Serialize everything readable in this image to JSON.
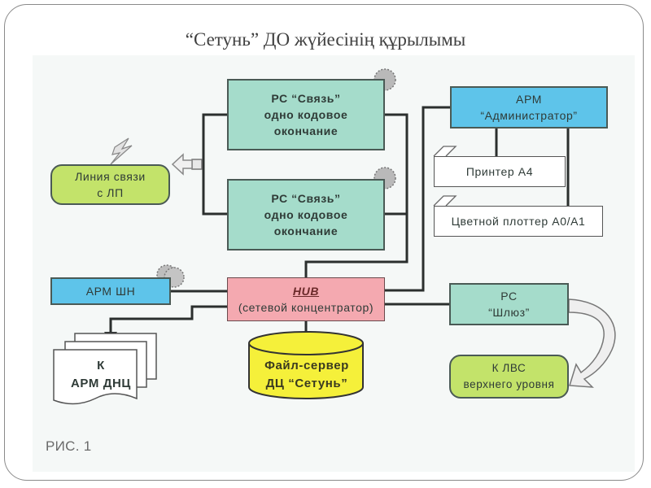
{
  "slide": {
    "title": "“Сетунь” ДО жүйесінің құрылымы",
    "caption": "РИС. 1"
  },
  "nodes": {
    "rs_svyaz_1": {
      "lines": [
        "РС “Связь”",
        "одно кодовое",
        "окончание"
      ]
    },
    "rs_svyaz_2": {
      "lines": [
        "РС “Связь”",
        "одно кодовое",
        "окончание"
      ]
    },
    "arm_admin": {
      "lines": [
        "АРМ",
        "“Администратор”"
      ]
    },
    "printer": {
      "label": "Принтер А4"
    },
    "plotter": {
      "label": "Цветной плоттер А0/А1"
    },
    "liniya_svyazi": {
      "lines": [
        "Линия связи",
        "с ЛП"
      ]
    },
    "arm_shn": {
      "label": "АРМ ШН"
    },
    "hub": {
      "name": "HUB",
      "subtitle": "(сетевой концентратор)"
    },
    "rs_shluz": {
      "lines": [
        "РС",
        "“Шлюз”"
      ]
    },
    "k_lvs": {
      "lines": [
        "К ЛВС",
        "верхнего уровня"
      ]
    },
    "k_arm_dnc": {
      "lines": [
        "К",
        "АРМ ДНЦ"
      ]
    },
    "file_server": {
      "lines": [
        "Файл-сервер",
        "ДЦ “Сетунь”"
      ]
    }
  },
  "colors": {
    "teal": "#a5dccb",
    "blue": "#5ec4ea",
    "pink": "#f4a9b0",
    "lime": "#c3e36a",
    "yellow": "#f5f03a",
    "wire": "#2b2f2e",
    "cloud": "#b9b9b9"
  }
}
